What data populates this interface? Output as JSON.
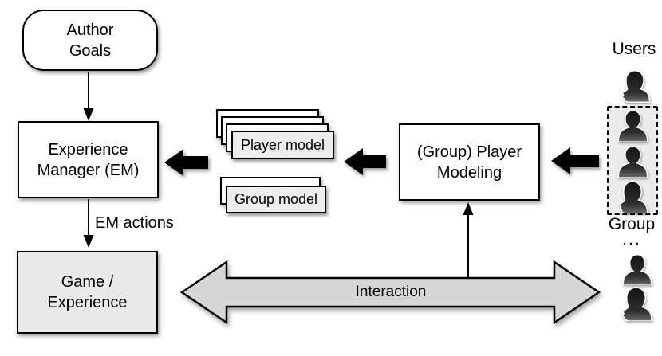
{
  "nodes": {
    "author_goals": "Author\nGoals",
    "experience_manager": "Experience\nManager (EM)",
    "game_experience": "Game /\nExperience",
    "player_model": "Player model",
    "group_model": "Group model",
    "group_player_modeling": "(Group) Player\nModeling"
  },
  "labels": {
    "em_actions": "EM actions",
    "interaction": "Interaction",
    "users": "Users",
    "group": "Group",
    "ellipsis": "..."
  },
  "icons": {
    "female_user": "female-user-silhouette",
    "male_user": "male-user-silhouette"
  },
  "colors": {
    "node_fill": "#ffffff",
    "shaded_node_fill": "#e9e9e9",
    "card_fill": "#ededed",
    "interaction_arrow_fill": "#d6d6d6",
    "thick_arrow_fill": "#000000",
    "border": "#000000",
    "group_box_fill": "#ececec"
  }
}
